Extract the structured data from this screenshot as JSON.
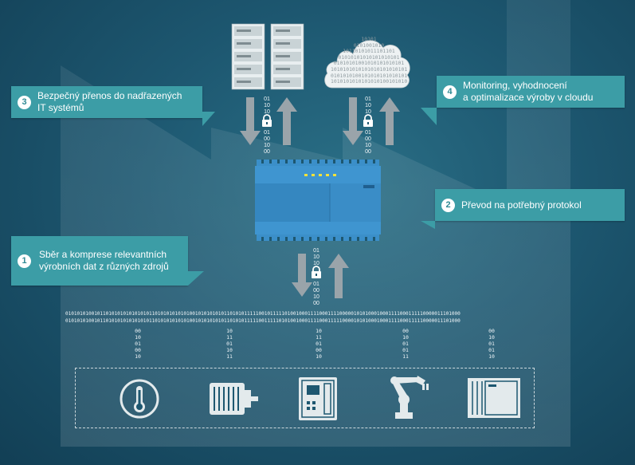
{
  "callouts": {
    "c1": {
      "number": "1",
      "text": "Sběr a komprese relevantních\nvýrobních dat z různých zdrojů"
    },
    "c2": {
      "number": "2",
      "text": "Převod na potřebný protokol"
    },
    "c3": {
      "number": "3",
      "text": "Bezpečný přenos do nadřazených\nIT systémů"
    },
    "c4": {
      "number": "4",
      "text": "Monitoring, vyhodnocení\na optimalizace výroby v cloudu"
    }
  },
  "binary": {
    "line1": "01010101001011010101010101010110101010101010010101010101101010111110010111110100100011110001111000001010100010001111000111110000011101000",
    "line2": "01010101001011010101010101010110101010101010010101010101101010111110011111010100100011110001111100001010100010001111000111110000011101000",
    "stream_server": [
      "01",
      "10",
      "10",
      "01",
      "00",
      "10",
      "00"
    ],
    "stream_cloud": [
      "01",
      "10",
      "10",
      "01",
      "00",
      "10",
      "00"
    ],
    "stream_gateway": [
      "01",
      "10",
      "10",
      "01",
      "00",
      "10",
      "00"
    ],
    "device_columns": [
      [
        "00",
        "10",
        "01",
        "00",
        "10"
      ],
      [
        "10",
        "11",
        "01",
        "10",
        "11"
      ],
      [
        "10",
        "11",
        "01",
        "00",
        "10"
      ],
      [
        "00",
        "10",
        "01",
        "01",
        "11"
      ],
      [
        "00",
        "10",
        "01",
        "01",
        "10"
      ]
    ]
  },
  "cloud_binary": [
    "10101",
    "0101001010",
    "10110101011101101",
    "01010101010101010101",
    "01010101001010101010101",
    "10101010101010101010101010",
    "0101010100101010101010101",
    "1010101010101010100101010"
  ],
  "icons": [
    "server-rack-icon",
    "cloud-icon",
    "lock-icon",
    "gateway-device-icon",
    "thermometer-icon",
    "motor-icon",
    "controller-icon",
    "robot-arm-icon",
    "drive-cabinet-icon"
  ],
  "colors": {
    "callout": "#3c9da6",
    "arrow": "#9aa4aa",
    "device": "#3b8fc9",
    "background": "#1d5770"
  }
}
